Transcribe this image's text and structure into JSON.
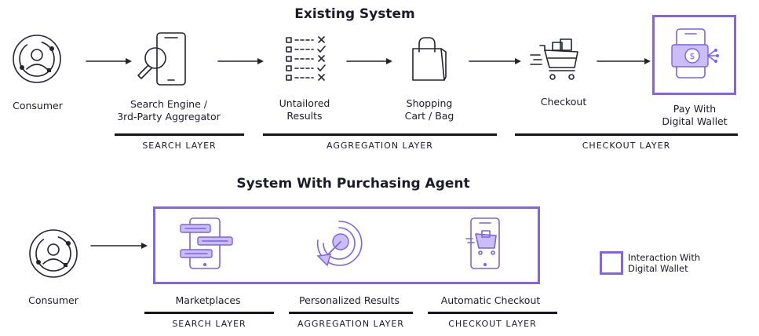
{
  "top": {
    "title": "Existing System",
    "consumer": "Consumer",
    "search_engine": [
      "Search Engine /",
      "3rd-Party Aggregator"
    ],
    "untailored": [
      "Untailored",
      "Results"
    ],
    "shopping": [
      "Shopping",
      "Cart / Bag"
    ],
    "checkout": "Checkout",
    "pay": [
      "Pay With",
      "Digital Wallet"
    ],
    "layers": {
      "search": "SEARCH LAYER",
      "aggregation": "AGGREGATION LAYER",
      "checkout": "CHECKOUT LAYER"
    }
  },
  "bottom": {
    "title": "System With Purchasing Agent",
    "consumer": "Consumer",
    "marketplaces": "Marketplaces",
    "personalized": "Personalized Results",
    "automatic": "Automatic Checkout",
    "layers": {
      "search": "SEARCH LAYER",
      "aggregation": "AGGREGATION LAYER",
      "checkout": "CHECKOUT LAYER"
    }
  },
  "legend": {
    "text": [
      "Interaction With",
      "Digital Wallet"
    ]
  },
  "colors": {
    "accent": "#8463ec",
    "ink": "#16161f"
  }
}
